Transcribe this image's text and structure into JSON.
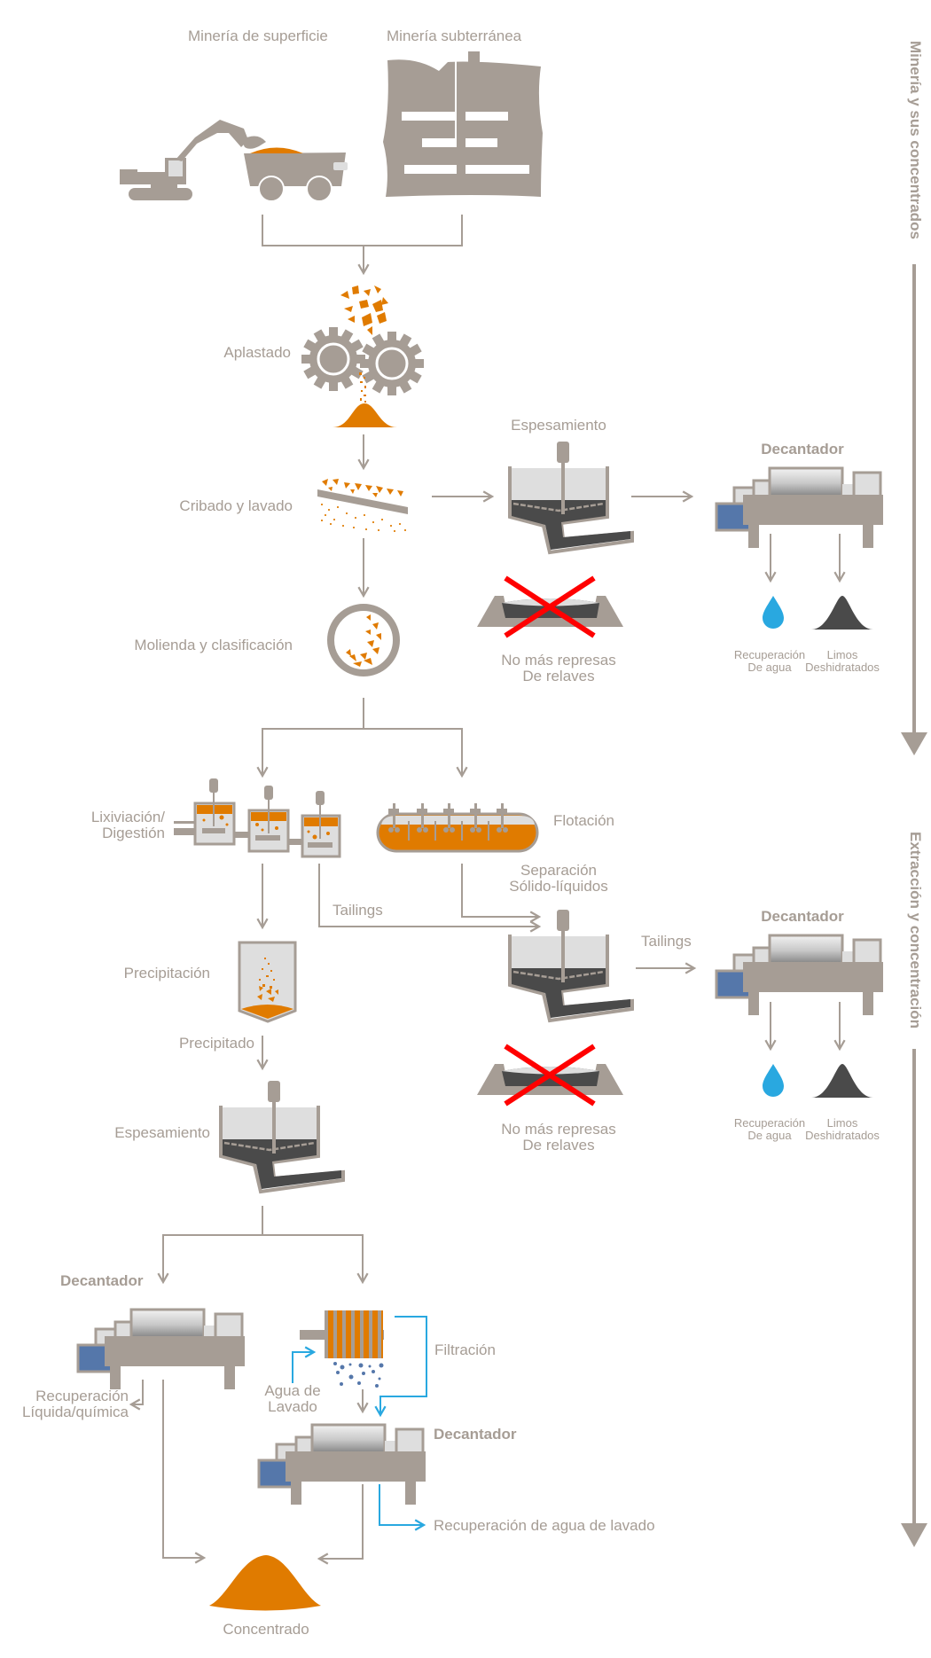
{
  "colors": {
    "gray": "#a69d95",
    "orange": "#e07b00",
    "light_gray": "#dedede",
    "dark": "#4a4a4a",
    "blue_water": "#29a8e0",
    "blue_motor": "#5577aa",
    "red_cross": "#ff0000"
  },
  "stages": {
    "mining": "Minería y sus concentrados",
    "extraction": "Extracción y concentración"
  },
  "mining": {
    "surface": "Minería de superficie",
    "underground": "Minería subterránea"
  },
  "steps": {
    "crushing": "Aplastado",
    "screening": "Cribado y lavado",
    "grinding": "Molienda y clasificación",
    "thickening_top": "Espesamiento",
    "leaching_1": "Lixiviación/",
    "leaching_2": "Digestión",
    "flotation": "Flotación",
    "separation_1": "Separación",
    "separation_2": "Sólido-líquidos",
    "tailings_a": "Tailings",
    "tailings_b": "Tailings",
    "precipitation": "Precipitación",
    "precipitate": "Precipitado",
    "thickening_bottom": "Espesamiento",
    "filtration": "Filtración",
    "wash_water_1": "Agua de",
    "wash_water_2": "Lavado",
    "liquid_recovery_1": "Recuperación",
    "liquid_recovery_2": "Líquida/química",
    "wash_water_recovery": "Recuperación de agua de lavado",
    "concentrate": "Concentrado"
  },
  "decanters": [
    {
      "title": "Decantador",
      "out_left_1": "Recuperación",
      "out_left_2": "De agua",
      "out_right_1": "Limos",
      "out_right_2": "Deshidratados"
    },
    {
      "title": "Decantador",
      "out_left_1": "Recuperación",
      "out_left_2": "De agua",
      "out_right_1": "Limos",
      "out_right_2": "Deshidratados"
    },
    {
      "title": "Decantador"
    },
    {
      "title": "Decantador"
    }
  ],
  "no_dams": [
    {
      "line1": "No más represas",
      "line2": "De relaves"
    },
    {
      "line1": "No más represas",
      "line2": "De relaves"
    }
  ]
}
